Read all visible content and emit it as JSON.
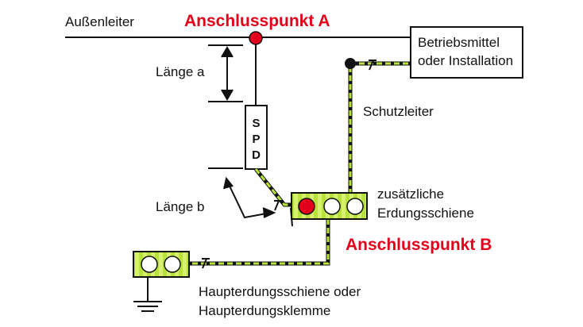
{
  "labels": {
    "outer_conductor": "Außenleiter",
    "point_a": "Anschlusspunkt A",
    "point_b": "Anschlusspunkt B",
    "equipment_line1": "Betriebsmittel",
    "equipment_line2": "oder Installation",
    "length_a": "Länge a",
    "length_b": "Länge b",
    "protective_conductor": "Schutzleiter",
    "extra_earth_line1": "zusätzliche",
    "extra_earth_line2": "Erdungsschiene",
    "main_earth_line1": "Haupterdungsschiene oder",
    "main_earth_line2": "Haupterdungsklemme",
    "spd_letters": [
      "S",
      "P",
      "D"
    ]
  },
  "colors": {
    "accent_red": "#e3001b",
    "earth_green": "#b6e23a",
    "line": "#111111"
  }
}
